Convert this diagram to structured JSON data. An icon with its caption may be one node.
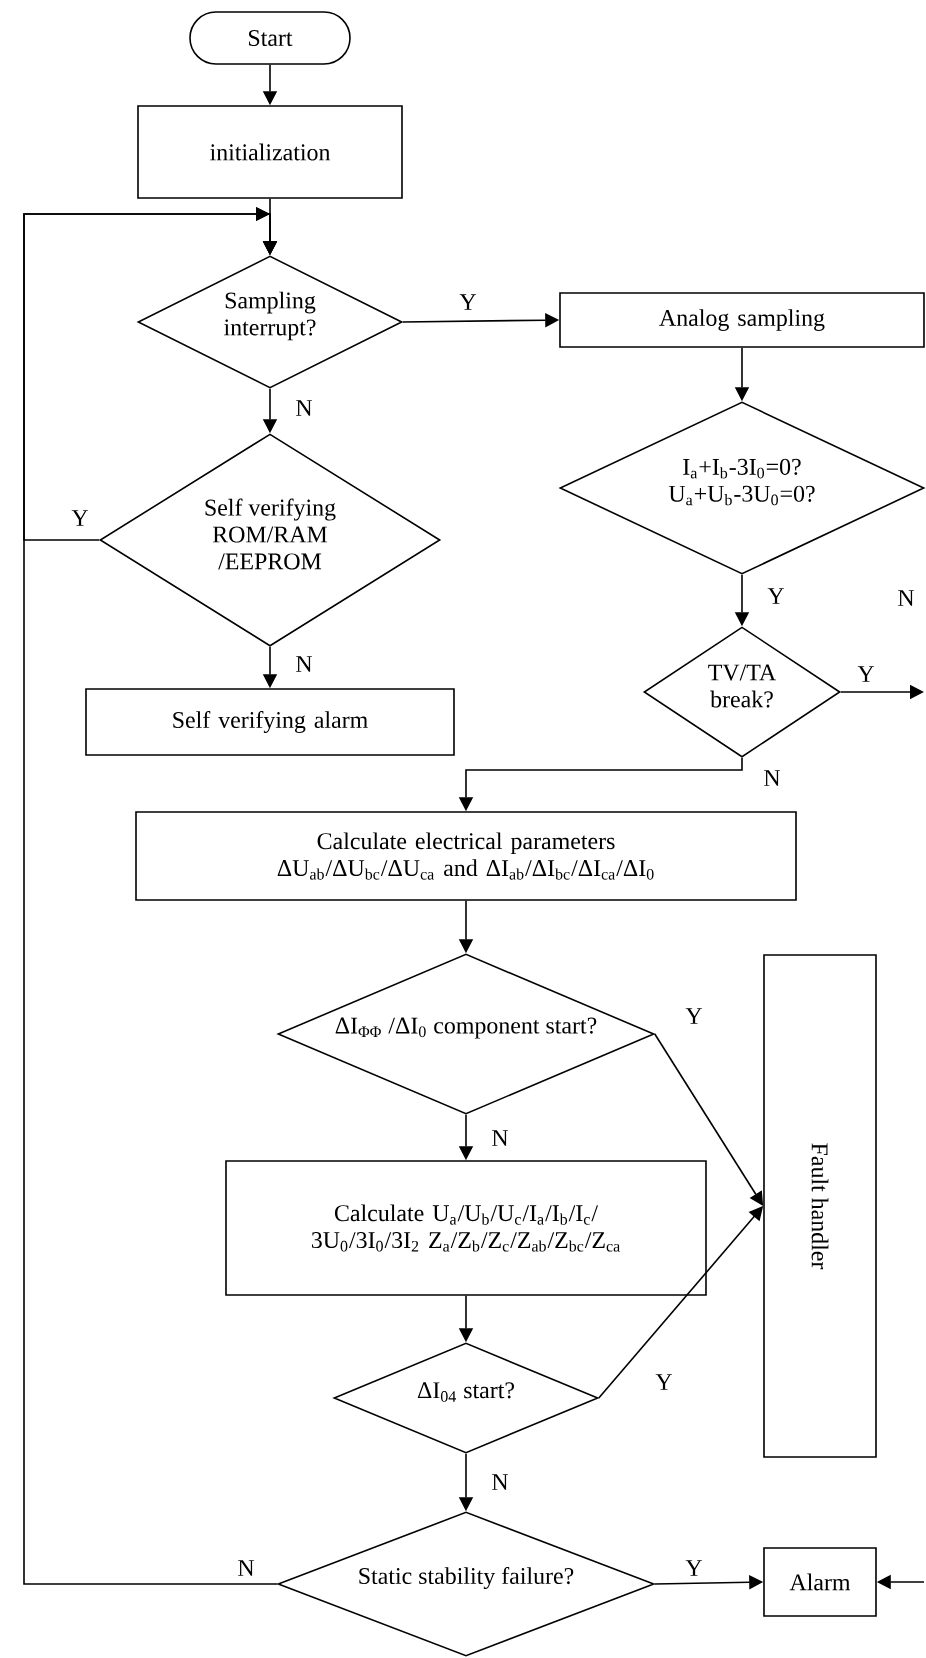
{
  "diagram": {
    "nodes": [
      {
        "text": [
          "Start"
        ]
      },
      {
        "text": [
          "initialization"
        ]
      },
      {
        "text": [
          "Sampling interrupt?"
        ]
      },
      {
        "text": [
          "Analog sampling"
        ]
      },
      {
        "text": [
          "I$_{a}$+I$_{b}$-3I$_{0}$=0? U$_{a}$+U$_{b}$-3U$_{0}$=0?"
        ]
      },
      {
        "text": [
          "TV/TA break?"
        ]
      },
      {
        "text": [
          "Self verifying ROM/RAM /EEPROM"
        ]
      },
      {
        "text": [
          "Self verifying alarm"
        ]
      },
      {
        "text": [
          "Calculate electrical parameters ΔU$_{ab}$/ΔU$_{bc}$/ΔU$_{ca}$ and ΔI$_{ab}$/ΔI$_{bc}$/ΔI$_{ca}$/ΔI$_{0}$"
        ]
      },
      {
        "text": [
          "ΔI$_{ΦΦ}$ /ΔI$_{0}$ component start?"
        ]
      },
      {
        "text": [
          "Fault handler"
        ]
      },
      {
        "text": [
          "Calculate U$_{a}$/U$_{b}$/U$_{c}$/I$_{a}$/I$_{b}$/I$_{c}$/ 3U$_{0}$/3I$_{0}$/3I$_{2}$ Z$_{a}$/Z$_{b}$/Z$_{c}$/Z$_{ab}$/Z$_{bc}$/Z$_{ca}$"
        ]
      },
      {
        "text": [
          "ΔI$_{04}$ start?"
        ]
      },
      {
        "text": [
          "Static stability failure?"
        ]
      },
      {
        "text": [
          "Alarm"
        ]
      }
    ],
    "edges": [
      {
        "from": 0,
        "to": 1,
        "arrow": "to"
      },
      {
        "from": 1,
        "to": 2,
        "arrow": "to"
      },
      {
        "from": 2,
        "to": 3,
        "arrow": "to",
        "label": "Y"
      },
      {
        "from": 2,
        "to": 6,
        "arrow": "to",
        "label": "N"
      },
      {
        "from": 3,
        "to": 4,
        "arrow": "to"
      },
      {
        "from": 4,
        "to": 5,
        "arrow": "to",
        "label": "Y"
      },
      {
        "from": 5,
        "to": null,
        "arrow": "to",
        "label": "Y"
      },
      {
        "from": 5,
        "to": 8,
        "arrow": "to",
        "label": "N"
      },
      {
        "from": 6,
        "to": 2,
        "arrow": "to",
        "label": "Y"
      },
      {
        "from": 6,
        "to": 7,
        "arrow": "to",
        "label": "N"
      },
      {
        "from": 8,
        "to": 9,
        "arrow": "to"
      },
      {
        "from": 9,
        "to": 10,
        "arrow": "to",
        "label": "Y"
      },
      {
        "from": 9,
        "to": 11,
        "arrow": "to",
        "label": "N"
      },
      {
        "from": 11,
        "to": 12,
        "arrow": "to"
      },
      {
        "from": 12,
        "to": 10,
        "arrow": "to",
        "label": "Y"
      },
      {
        "from": 12,
        "to": 13,
        "arrow": "to",
        "label": "N"
      },
      {
        "from": 13,
        "to": 2,
        "arrow": "to",
        "label": "N"
      },
      {
        "from": 13,
        "to": 14,
        "arrow": "to",
        "label": "Y"
      },
      {
        "from": null,
        "to": 14,
        "arrow": "to"
      }
    ],
    "labels": [
      "N"
    ]
  }
}
